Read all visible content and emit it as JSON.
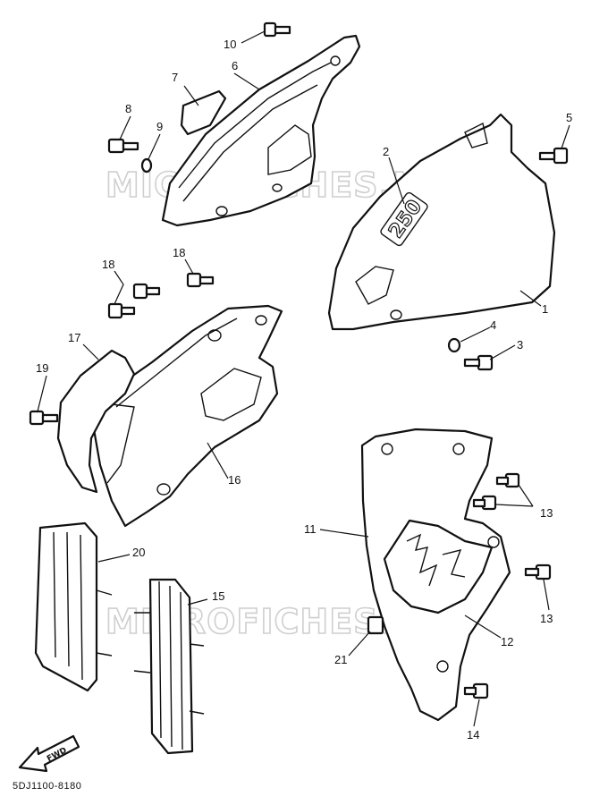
{
  "watermark": "MICROFICHES.NET",
  "decal_text": "250",
  "fwd_label": "FWD",
  "diagram_code": "5DJ1100-8180",
  "callouts": {
    "c1": "1",
    "c2": "2",
    "c3": "3",
    "c4": "4",
    "c5": "5",
    "c6": "6",
    "c7": "7",
    "c8": "8",
    "c9": "9",
    "c10": "10",
    "c11": "11",
    "c12": "12",
    "c13a": "13",
    "c13b": "13",
    "c14": "14",
    "c15": "15",
    "c16": "16",
    "c17": "17",
    "c18a": "18",
    "c18b": "18",
    "c19": "19",
    "c20": "20",
    "c21": "21"
  }
}
